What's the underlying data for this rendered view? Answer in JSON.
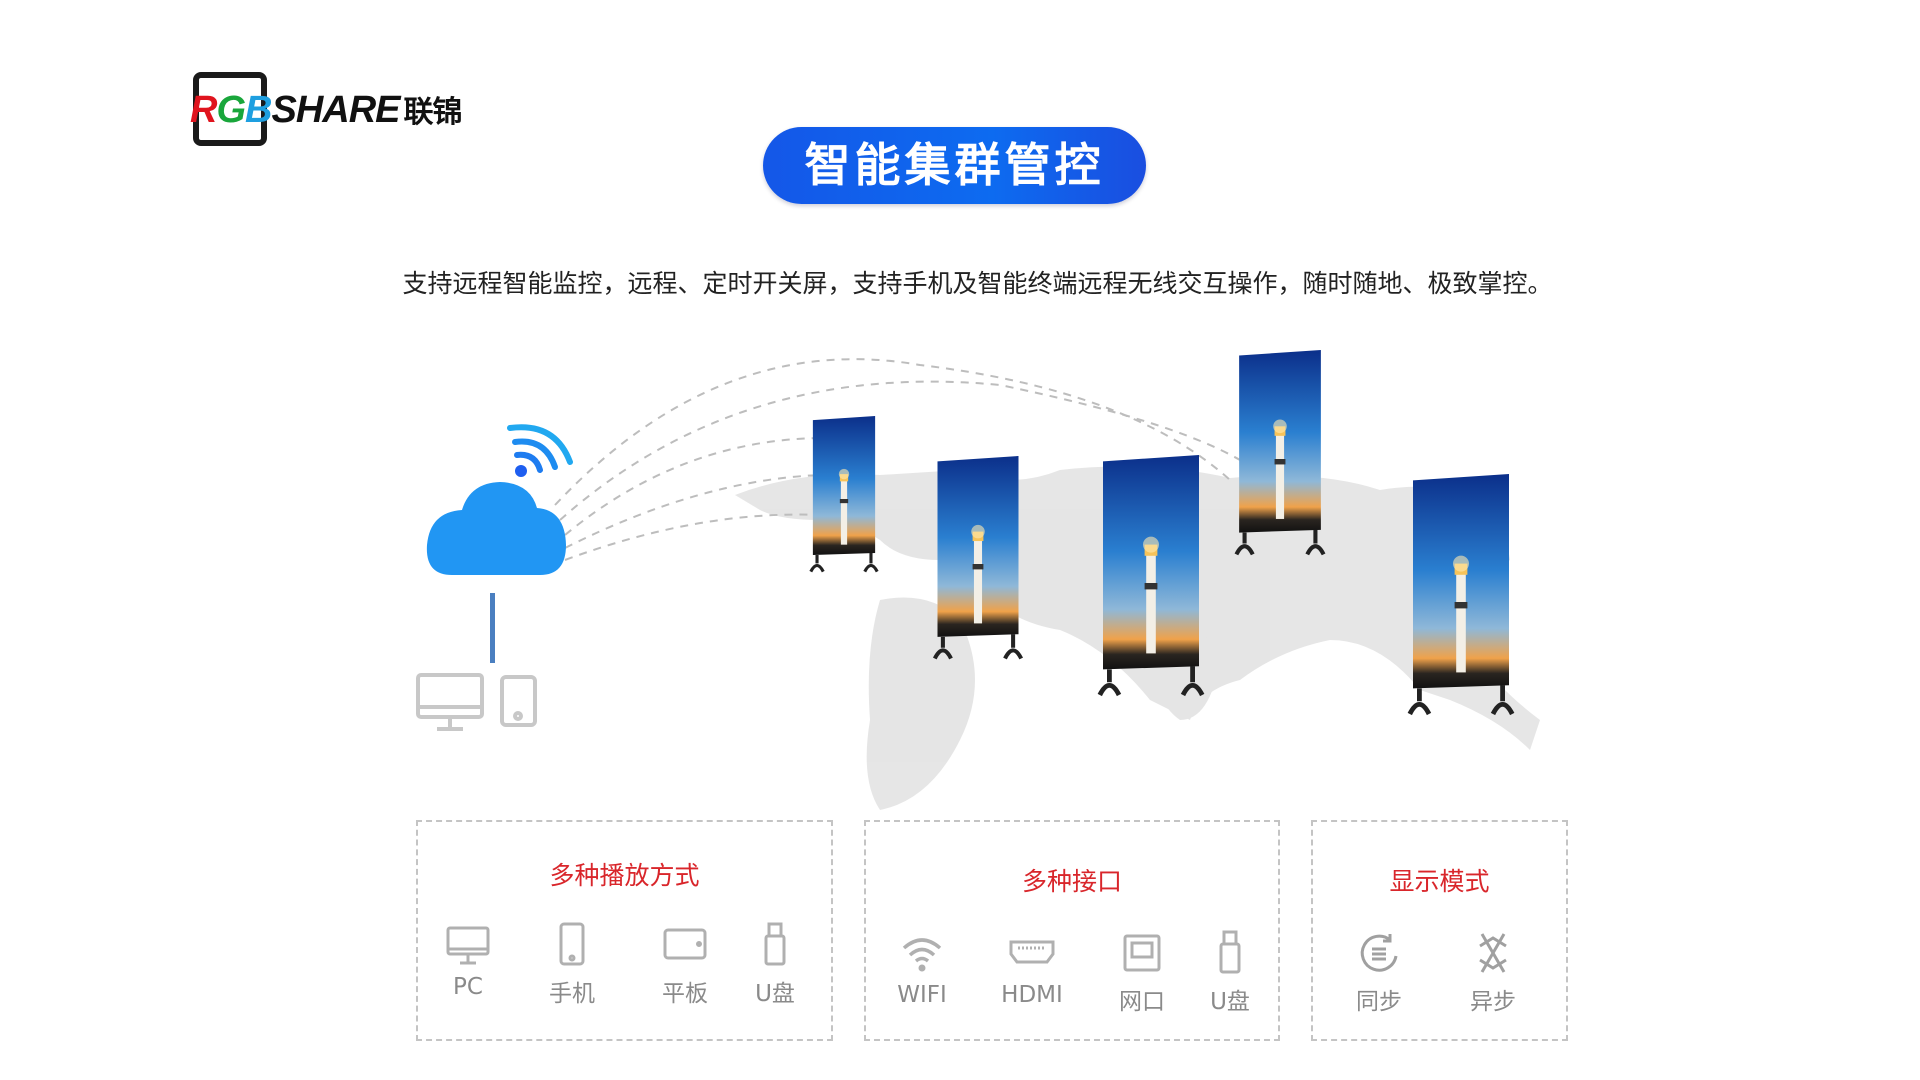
{
  "logo": {
    "letters_r": "R",
    "letters_g": "G",
    "letters_b": "B",
    "brand": "SHARE",
    "cn": "联锦"
  },
  "title": "智能集群管控",
  "subtitle": "支持远程智能监控，远程、定时开关屏，支持手机及智能终端远程无线交互操作，随时随地、极致掌控。",
  "colors": {
    "accent_blue": "#1457e8",
    "cloud_blue": "#2196f3",
    "red_heading": "#d9262b",
    "icon_gray": "#b0b0b0"
  },
  "boxes": [
    {
      "title": "多种播放方式",
      "items": [
        {
          "icon": "monitor-icon",
          "label": "PC"
        },
        {
          "icon": "phone-icon",
          "label": "手机"
        },
        {
          "icon": "tablet-icon",
          "label": "平板"
        },
        {
          "icon": "usb-icon",
          "label": "U盘"
        }
      ]
    },
    {
      "title": "多种接口",
      "items": [
        {
          "icon": "wifi-icon",
          "label": "WIFI"
        },
        {
          "icon": "hdmi-icon",
          "label": "HDMI"
        },
        {
          "icon": "ethernet-icon",
          "label": "网口"
        },
        {
          "icon": "usb-icon",
          "label": "U盘"
        }
      ]
    },
    {
      "title": "显示模式",
      "items": [
        {
          "icon": "sync-icon",
          "label": "同步"
        },
        {
          "icon": "async-icon",
          "label": "异步"
        }
      ]
    }
  ]
}
